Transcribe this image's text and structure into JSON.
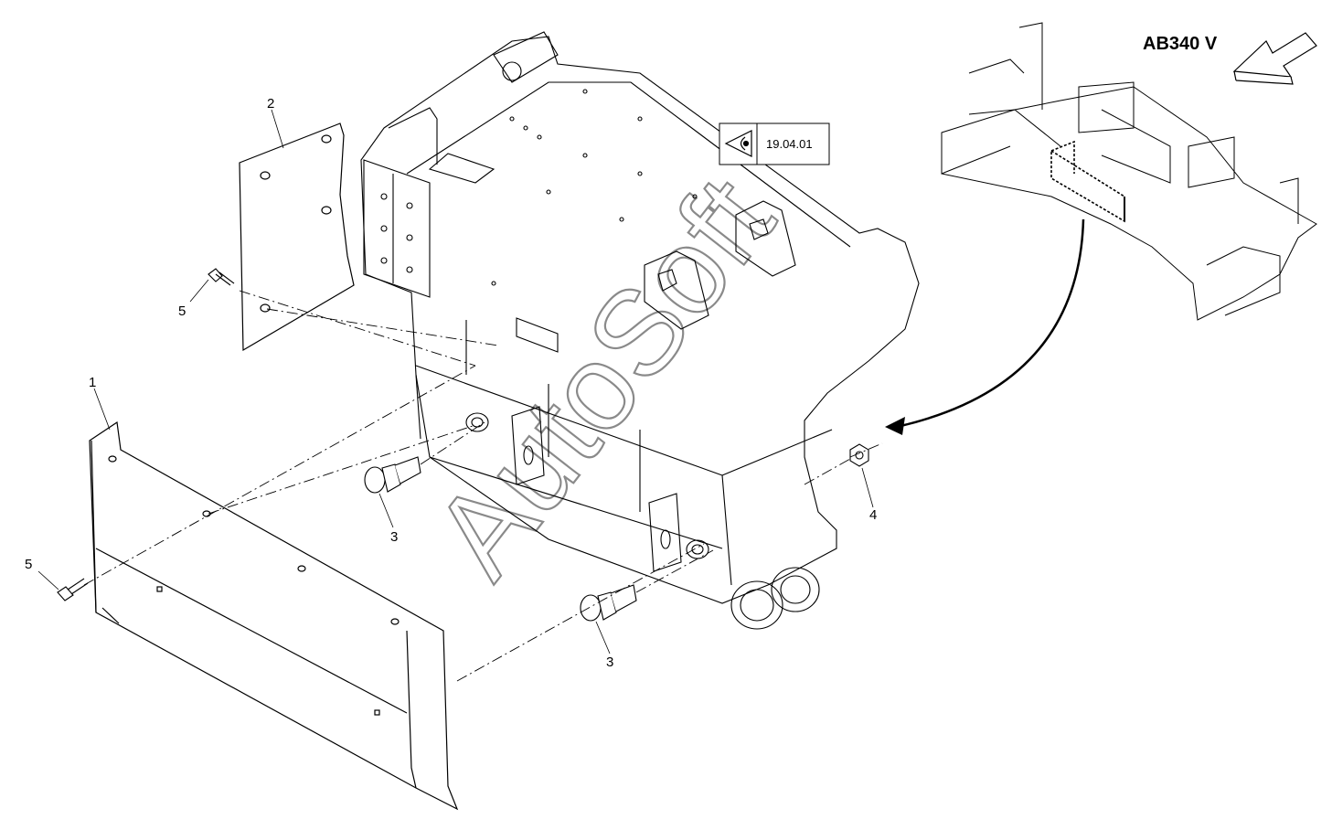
{
  "model_label": "AB340 V",
  "reference": {
    "icon": "eye-view-icon",
    "code": "19.04.01"
  },
  "callouts": {
    "rear_cover": "1",
    "side_plate": "2",
    "mount_upper": "3",
    "mount_lower": "3",
    "nut": "4",
    "bolt_plate": "5",
    "bolt_cover": "5"
  },
  "watermark": "AutoSoft",
  "colors": {
    "line": "#000000",
    "watermark": "#8a8a8a",
    "background": "#ffffff"
  }
}
